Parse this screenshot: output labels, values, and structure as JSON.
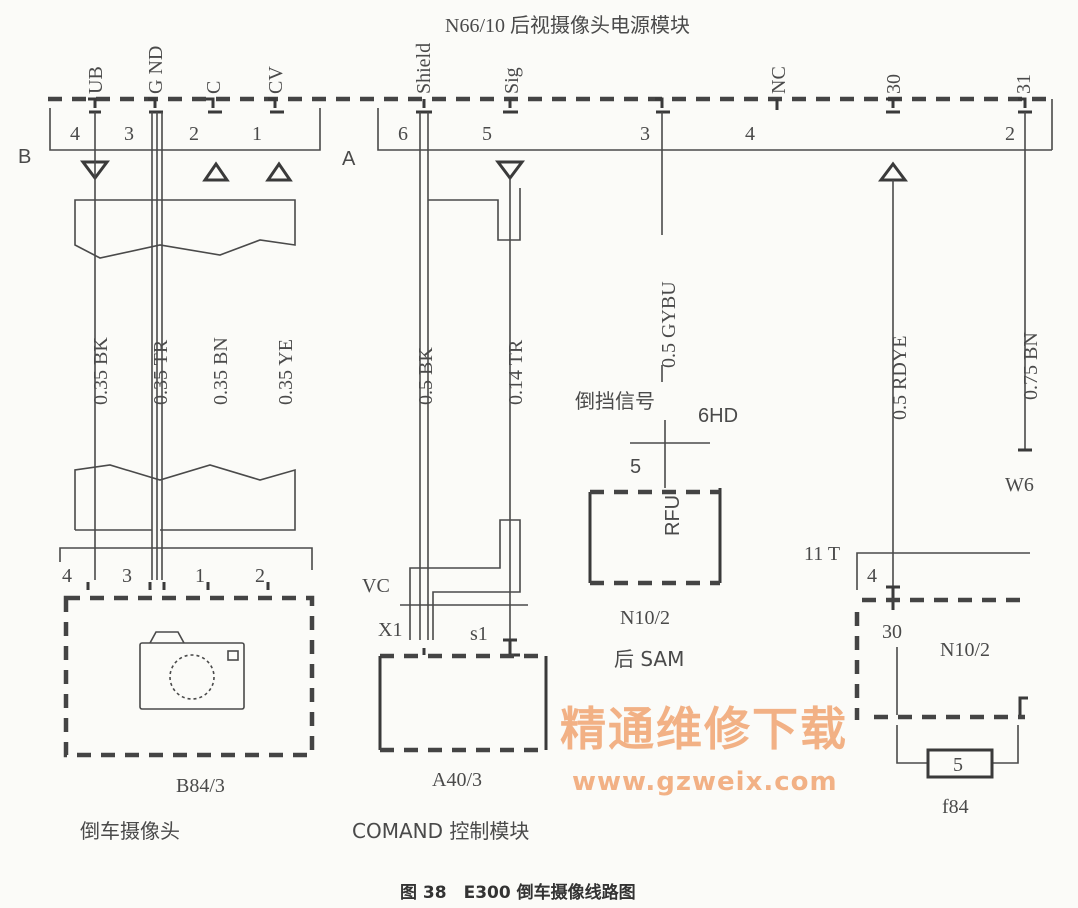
{
  "module_title": "N66/10 后视摄像头电源模块",
  "pins_top": {
    "ub": "UB",
    "gnd": "G ND",
    "c": "C",
    "cv": "CV",
    "shield": "Shield",
    "sig": "Sig",
    "nc": "NC",
    "p30": "30",
    "p31": "31"
  },
  "connector_b": {
    "label": "B",
    "pins": [
      "4",
      "3",
      "2",
      "1"
    ]
  },
  "connector_a": {
    "label": "A",
    "pins": [
      "6",
      "5",
      "3",
      "4",
      "2"
    ]
  },
  "wires": {
    "ub": "0.35 BK",
    "gnd": "0.35 TR",
    "c": "0.35 BN",
    "cv": "0.35 YE",
    "shield": "0.5 BK",
    "sig": "0.14 TR",
    "gybu": "0.5 GYBU",
    "rdye": "0.5 RDYE",
    "bn": "0.75 BN"
  },
  "camera": {
    "pins": [
      "4",
      "3",
      "1",
      "2"
    ],
    "code": "B84/3",
    "name": "倒车摄像头"
  },
  "comand": {
    "vc": "VC",
    "x1": "X1",
    "s1": "s1",
    "code": "A40/3",
    "name": "COMAND 控制模块"
  },
  "sam": {
    "signal": "倒挡信号",
    "connector": "6HD",
    "pin": "5",
    "pin_name": "RFU",
    "code": "N10/2",
    "name": "后 SAM"
  },
  "ground": {
    "label": "W6"
  },
  "fuse_box": {
    "connector": "11 T",
    "pin": "4",
    "terminal": "30",
    "code": "N10/2",
    "fuse_no": "5",
    "fuse": "f84"
  },
  "watermark": {
    "line1": "精通维修下载",
    "line2": "www.gzweix.com"
  },
  "caption": "图 38　E300 倒车摄像线路图"
}
